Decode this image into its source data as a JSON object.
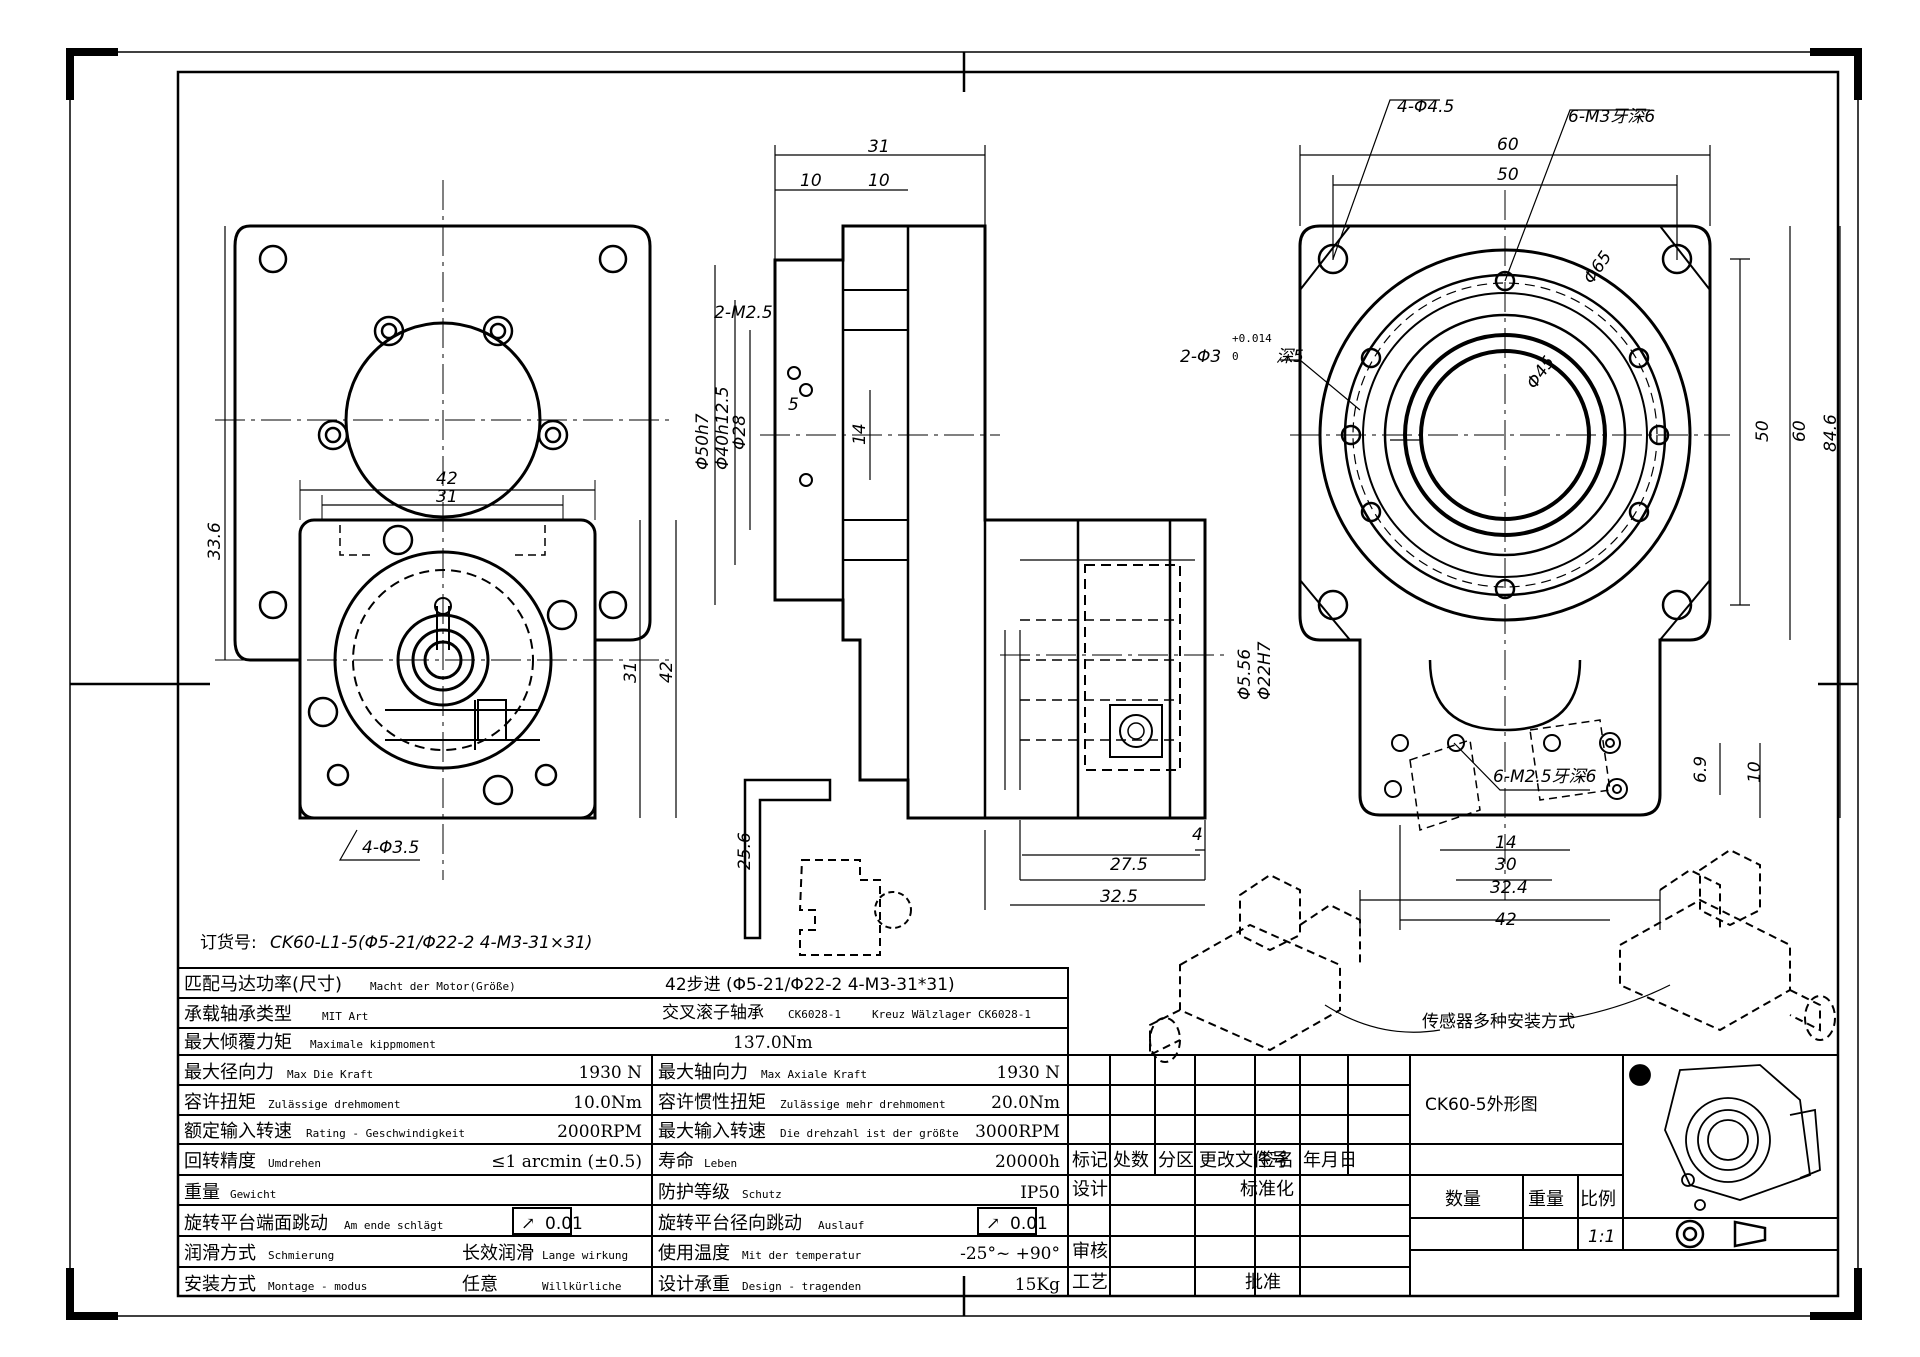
{
  "order": {
    "label": "订货号:",
    "code": "CK60-L1-5(Φ5-21/Φ22-2 4-M3-31×31)"
  },
  "dimensions": {
    "front_left": {
      "d42": "42",
      "d31_top": "31",
      "d33_6": "33.6",
      "d31_side": "31",
      "d42_side": "42",
      "holes": "4-Φ3.5"
    },
    "side": {
      "d31": "31",
      "d10a": "10",
      "d10b": "10",
      "m2_5": "2-M2.5",
      "d5": "5",
      "d50": "Φ50h7",
      "d40": "Φ40h12.5",
      "d28": "Φ28",
      "d14": "14",
      "d5_56": "Φ5.56",
      "d22": "Φ22H7",
      "d27_5": "27.5",
      "d32_5": "32.5",
      "d4": "4",
      "d25_6": "25.6"
    },
    "right": {
      "holes_a": "4-Φ4.5",
      "holes_b": "6-M3牙深6",
      "d60": "60",
      "d50": "50",
      "d65": "Φ65",
      "d45": "Φ45",
      "pin": "2-Φ3",
      "pin_tol": "+0.014",
      "pin_tol0": "0",
      "pin_depth": "深5",
      "v50": "50",
      "v60": "60",
      "v84_6": "84.6",
      "d6_9": "6.9",
      "d10": "10",
      "m2_5": "6-M2.5牙深6",
      "d14": "14",
      "d30": "30",
      "d32_4": "32.4",
      "d42": "42"
    }
  },
  "sensor_note": "传感器多种安装方式",
  "specs": {
    "motor": {
      "cn": "匹配马达功率(尺寸)",
      "de": "Macht der Motor(Größe)",
      "value": "42步进 (Φ5-21/Φ22-2 4-M3-31*31)"
    },
    "bearing": {
      "cn": "承载轴承类型",
      "de": "MIT Art",
      "value_cn": "交叉滚子轴承",
      "value_model": "CK6028-1",
      "value_de": "Kreuz Wälzlager CK6028-1"
    },
    "tilt": {
      "cn": "最大倾覆力矩",
      "de": "Maximale kippmoment",
      "value": "137.0Nm"
    },
    "rows": [
      {
        "l_cn": "最大径向力",
        "l_de": "Max Die Kraft",
        "l_val": "1930 N",
        "r_cn": "最大轴向力",
        "r_de": "Max Axiale Kraft",
        "r_val": "1930 N"
      },
      {
        "l_cn": "容许扭矩",
        "l_de": "Zulässige drehmoment",
        "l_val": "10.0Nm",
        "r_cn": "容许惯性扭矩",
        "r_de": "Zulässige mehr drehmoment",
        "r_val": "20.0Nm"
      },
      {
        "l_cn": "额定输入转速",
        "l_de": "Rating - Geschwindigkeit",
        "l_val": "2000RPM",
        "r_cn": "最大输入转速",
        "r_de": "Die drehzahl ist der größte",
        "r_val": "3000RPM"
      },
      {
        "l_cn": "回转精度",
        "l_de": "Umdrehen",
        "l_val": "≤1 arcmin (±0.5)",
        "r_cn": "寿命",
        "r_de": "Leben",
        "r_val": "20000h"
      },
      {
        "l_cn": "重量",
        "l_de": "Gewicht",
        "l_val": "",
        "r_cn": "防护等级",
        "r_de": "Schutz",
        "r_val": "IP50"
      },
      {
        "l_cn": "旋转平台端面跳动",
        "l_de": "Am ende schlägt",
        "l_val": "0.01",
        "r_cn": "旋转平台径向跳动",
        "r_de": "Auslauf",
        "r_val": "0.01"
      },
      {
        "l_cn": "润滑方式",
        "l_de": "Schmierung",
        "l_val": "长效润滑",
        "l_val_de": "Lange wirkung",
        "r_cn": "使用温度",
        "r_de": "Mit der temperatur",
        "r_val": "-25°~ +90°"
      },
      {
        "l_cn": "安装方式",
        "l_de": "Montage - modus",
        "l_val": "任意",
        "l_val_de": "Willkürliche",
        "r_cn": "设计承重",
        "r_de": "Design - tragenden",
        "r_val": "15Kg"
      }
    ]
  },
  "title_block": {
    "headers": [
      "标记",
      "处数",
      "分区",
      "更改文件号",
      "签名",
      "年月日"
    ],
    "design": "设计",
    "standard": "标准化",
    "review": "审核",
    "process": "工艺",
    "approve": "批准",
    "title": "CK60-5外形图",
    "qty": "数量",
    "weight": "重量",
    "scale_label": "比例",
    "scale": "1:1"
  }
}
